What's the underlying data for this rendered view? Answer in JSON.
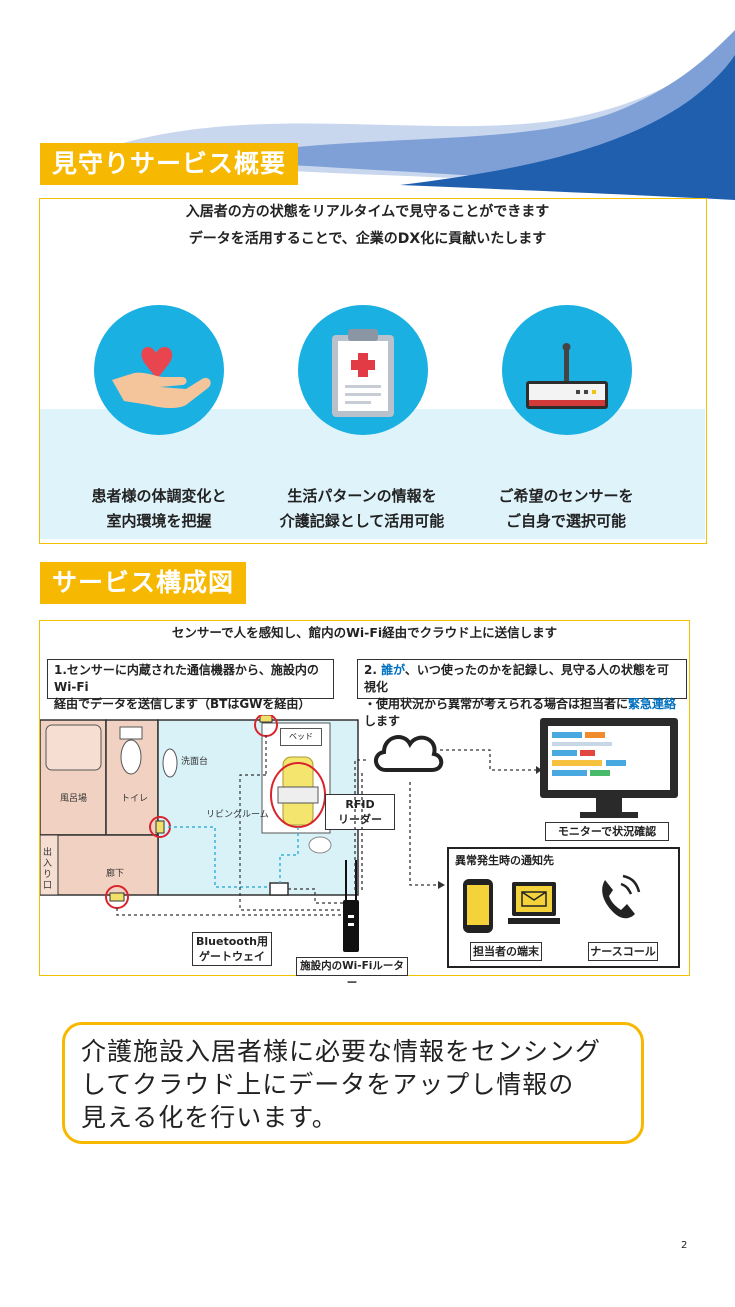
{
  "section1": {
    "title": "見守りサービス概要",
    "lead1": "入居者の方の状態をリアルタイムで見守ることができます",
    "lead2": "データを活用することで、企業のDX化に貢献いたします",
    "features": [
      {
        "icon": "hand-heart-icon",
        "line1": "患者様の体調変化と",
        "line2": "室内環境を把握"
      },
      {
        "icon": "clipboard-icon",
        "line1": "生活パターンの情報を",
        "line2": "介護記録として活用可能"
      },
      {
        "icon": "router-icon",
        "line1": "ご希望のセンサーを",
        "line2": "ご自身で選択可能"
      }
    ]
  },
  "section2": {
    "title": "サービス構成図",
    "lead": "センサーで人を感知し、館内のWi-Fi経由でクラウド上に送信します",
    "note1_line1": "1.センサーに内蔵された通信機器から、施設内のWi-Fi",
    "note1_line2": "経由でデータを送信します（BTはGWを経由）",
    "note2_line1_pre": "2. ",
    "note2_line1_em": "誰が",
    "note2_line1_post": "、いつ使ったのかを記録し、見守る人の状態を可視化",
    "note2_line2_pre": "・使用状況から異常が考えられる場合は担当者に",
    "note2_line2_em": "緊急連絡",
    "note2_line2_post": "します",
    "rooms": {
      "bath": "風呂場",
      "toilet": "トイレ",
      "sink": "洗面台",
      "living": "リビングルーム",
      "hall": "廊下",
      "entrance": "出入り口",
      "bed": "ベッド"
    },
    "rfid_line1": "RFID",
    "rfid_line2": "リーダー",
    "gateway_line1": "Bluetooth用",
    "gateway_line2": "ゲートウェイ",
    "router": "施設内のWi-Fiルーター",
    "monitor": "モニターで状況確認",
    "alert_title": "異常発生時の通知先",
    "staff_device": "担当者の端末",
    "nurse_call": "ナースコール"
  },
  "summary": {
    "line1": "介護施設入居者様に必要な情報をセンシング",
    "line2": "してクラウド上にデータをアップし情報の",
    "line3": "見える化を行います。"
  },
  "page_number": "2",
  "colors": {
    "accent": "#f6b800",
    "circle": "#1ab0e2",
    "wave": "#1f5fae",
    "urgent": "#0070c0"
  }
}
